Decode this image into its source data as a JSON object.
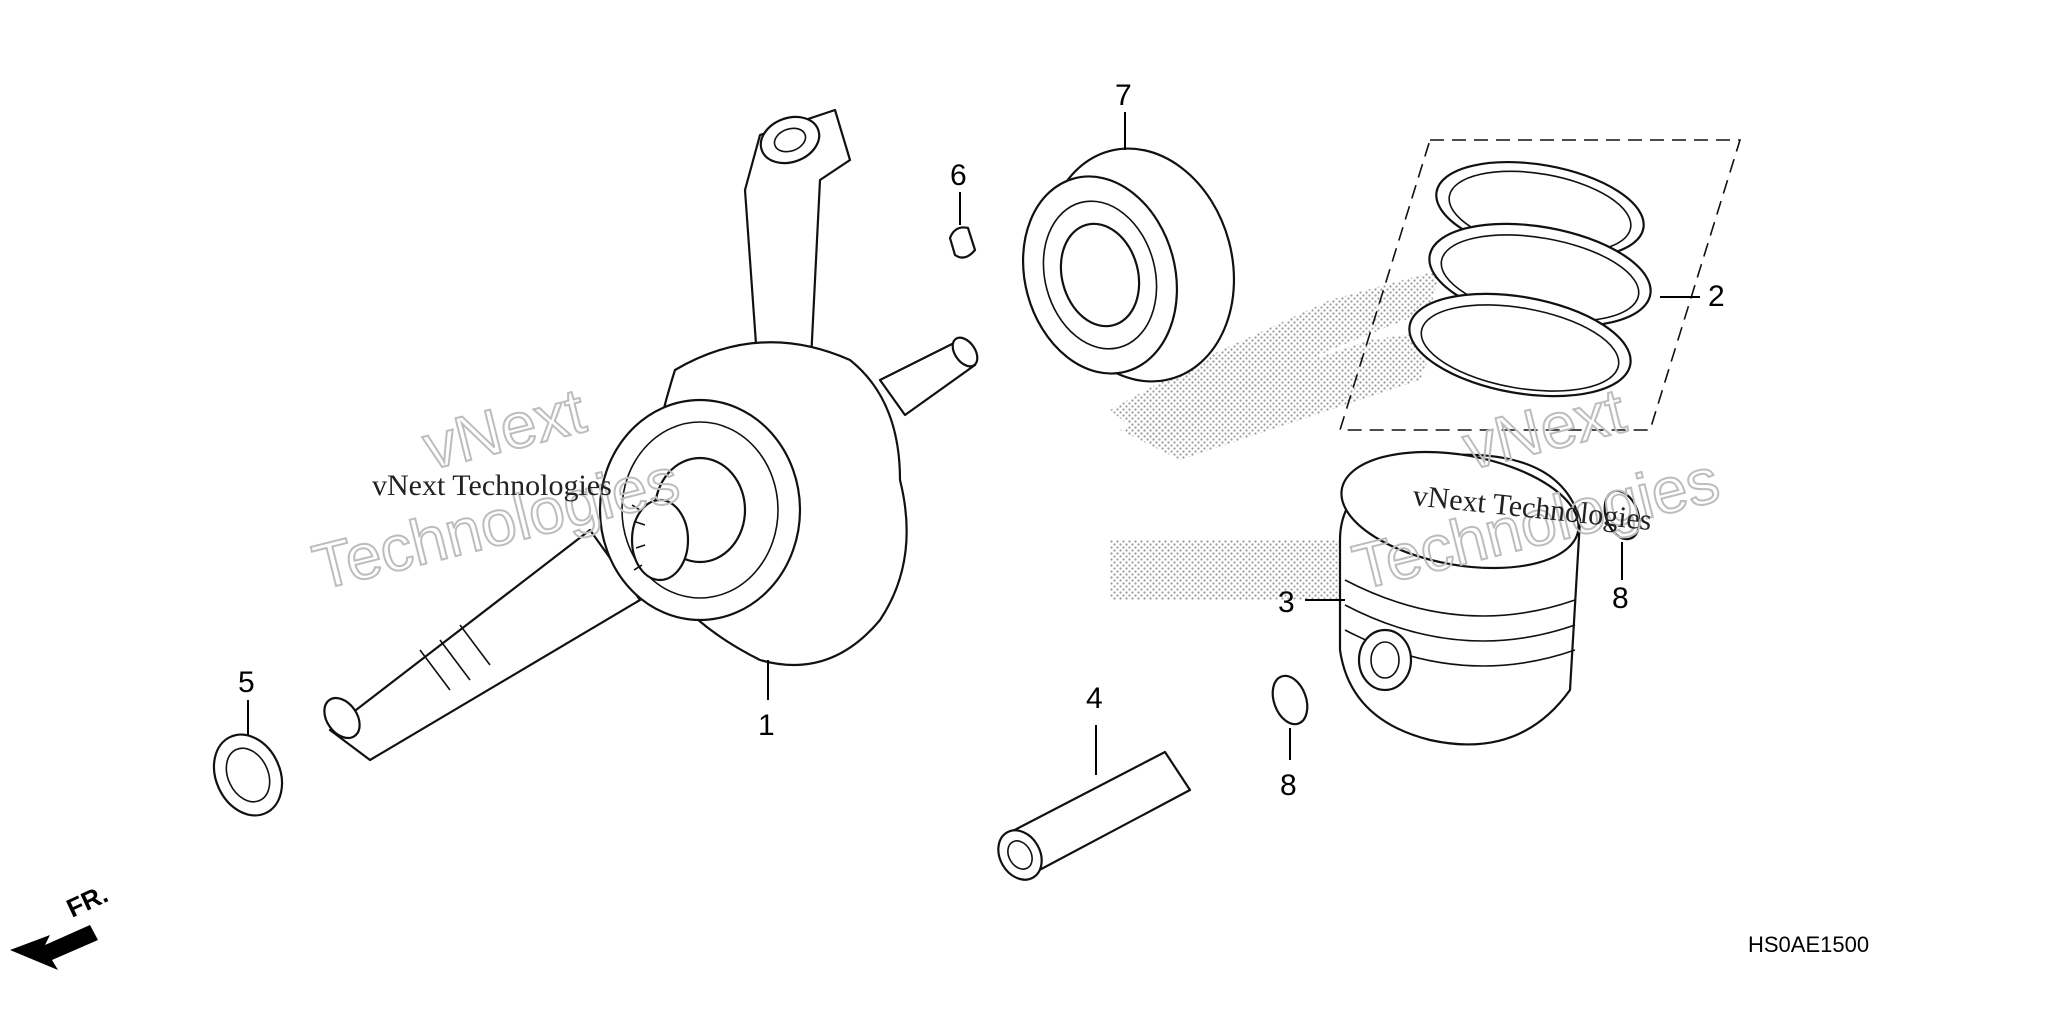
{
  "diagram": {
    "code": "HS0AE1500",
    "front_label": "FR.",
    "callouts": {
      "c1": "1",
      "c2": "2",
      "c3": "3",
      "c4": "4",
      "c5": "5",
      "c6": "6",
      "c7": "7",
      "c8a": "8",
      "c8b": "8"
    },
    "watermark": {
      "left_outline_1": "vNext",
      "left_outline_2": "Technologies",
      "left_serif": "vNext Technologies",
      "right_outline_1": "vNext",
      "right_outline_2": "Technologies",
      "right_serif": "vNext Technologies"
    }
  }
}
